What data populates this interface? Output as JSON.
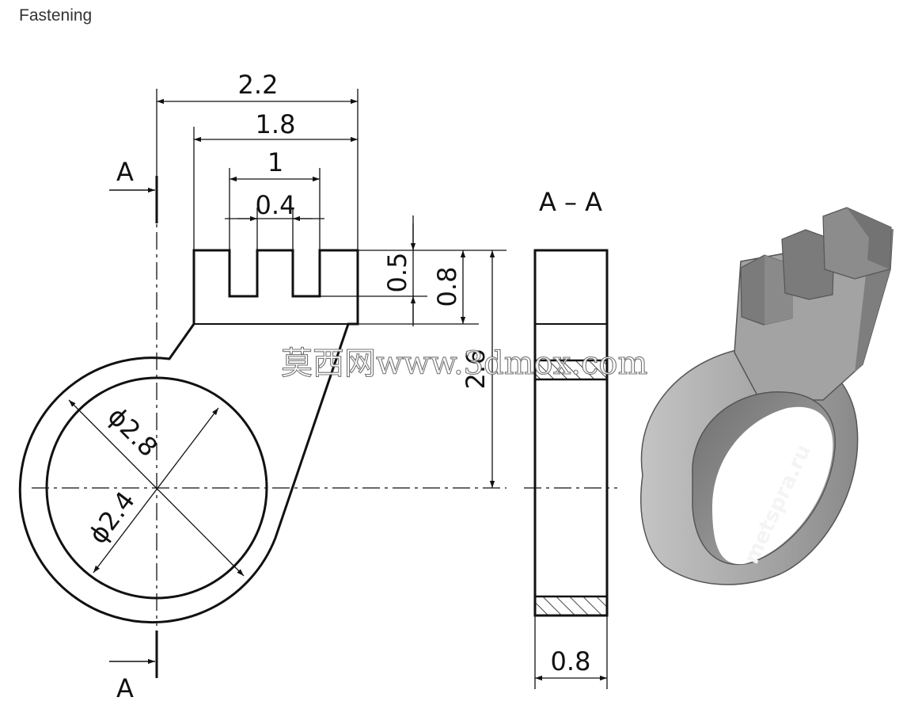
{
  "header": {
    "title": "Fastening"
  },
  "drawing": {
    "dimensions": {
      "overall_width": "2.2",
      "slot_span": "1.8",
      "inner_span": "1",
      "slot_width": "0.4",
      "slot_depth": "0.5",
      "head_height": "0.8",
      "center_height": "2.6",
      "outer_diameter": "ϕ2.8",
      "inner_diameter": "ϕ2.4",
      "thickness": "0.8"
    },
    "section": {
      "label": "A",
      "title": "A – A"
    }
  },
  "watermarks": {
    "main": "莫西网www.3dmox.com",
    "render": "metspra.ru"
  },
  "colors": {
    "line": "#111111",
    "part_face": "#9c9c9c",
    "part_side": "#bdbdbd",
    "part_dark": "#7a7a7a"
  }
}
